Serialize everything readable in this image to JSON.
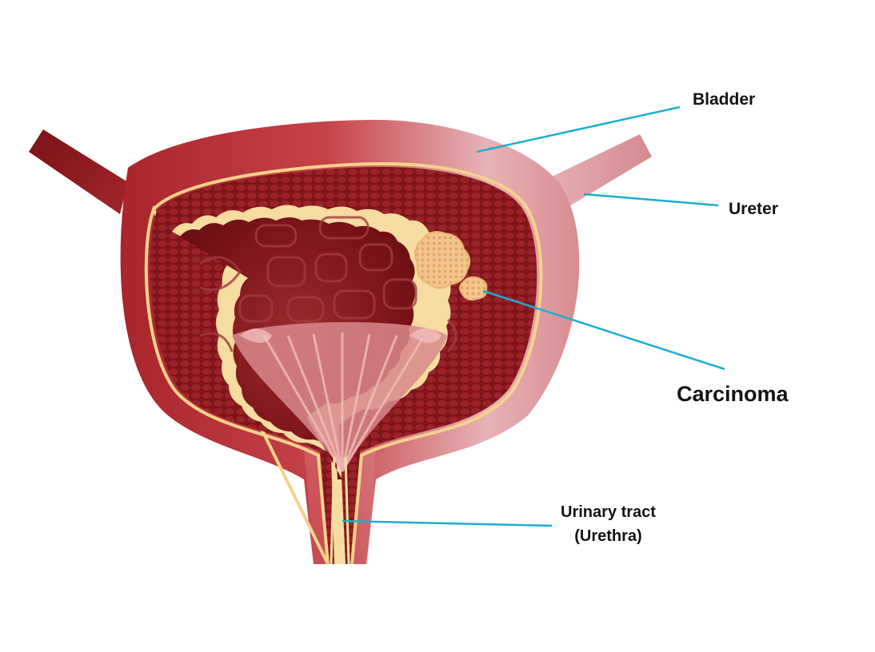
{
  "labels": {
    "bladder": "Bladder",
    "ureter": "Ureter",
    "carcinoma": "Carcinoma",
    "urinary_line1": "Urinary tract",
    "urinary_line2": "(Urethra)"
  },
  "colors": {
    "leader_line": "#1aaed0",
    "bladder_outer": "#c23a3f",
    "muscle_layer": "#8a1a1f",
    "interior": "#7e1419",
    "lining": "#f6dca0",
    "tumor": "#f2c48a"
  }
}
